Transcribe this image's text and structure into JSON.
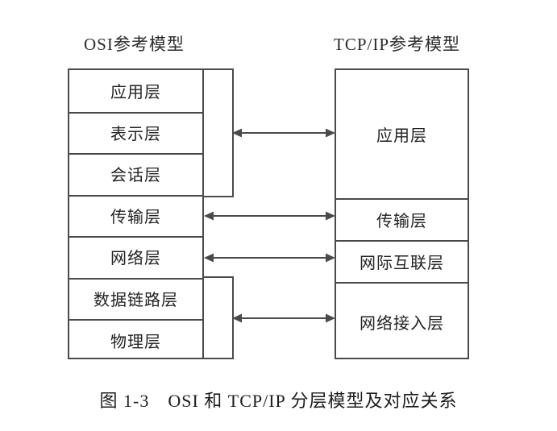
{
  "figure": {
    "caption": "图 1-3　OSI 和 TCP/IP 分层模型及对应关系",
    "line_color": "#4a4a4a",
    "text_color": "#222222",
    "background": "#ffffff"
  },
  "osi": {
    "title": "OSI参考模型",
    "layers": [
      {
        "label": "应用层"
      },
      {
        "label": "表示层"
      },
      {
        "label": "会话层"
      },
      {
        "label": "传输层"
      },
      {
        "label": "网络层"
      },
      {
        "label": "数据链路层"
      },
      {
        "label": "物理层"
      }
    ]
  },
  "tcpip": {
    "title": "TCP/IP参考模型",
    "layers": [
      {
        "label": "应用层"
      },
      {
        "label": "传输层"
      },
      {
        "label": "网际互联层"
      },
      {
        "label": "网络接入层"
      }
    ]
  },
  "mappings": [
    {
      "name": "application-mapping",
      "from": "应用层/表示层/会话层",
      "to": "应用层"
    },
    {
      "name": "transport-mapping",
      "from": "传输层",
      "to": "传输层"
    },
    {
      "name": "network-mapping",
      "from": "网络层",
      "to": "网际互联层"
    },
    {
      "name": "link-mapping",
      "from": "数据链路层/物理层",
      "to": "网络接入层"
    }
  ]
}
